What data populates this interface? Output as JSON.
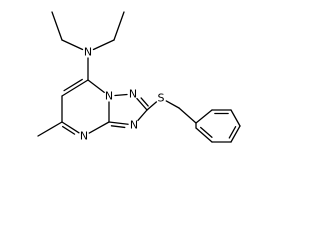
{
  "structure": {
    "atoms": [
      {
        "id": "n_amine",
        "label": "N"
      },
      {
        "id": "n_bridge",
        "label": "N"
      },
      {
        "id": "n_trz_top",
        "label": "N"
      },
      {
        "id": "n_trz_bot",
        "label": "N"
      },
      {
        "id": "n_pyr",
        "label": "N"
      },
      {
        "id": "s",
        "label": "S"
      }
    ]
  }
}
